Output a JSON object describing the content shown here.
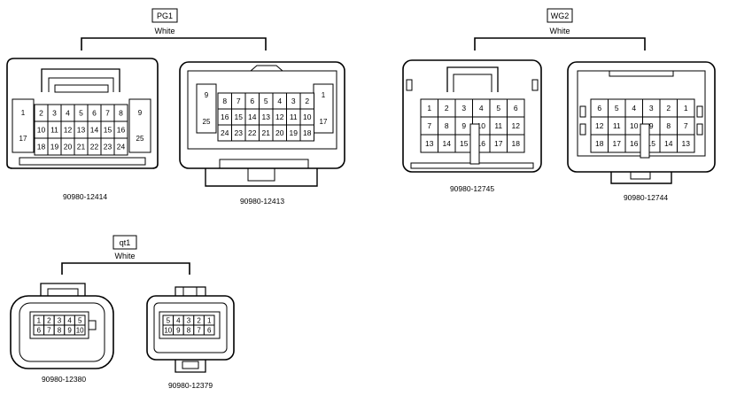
{
  "groups": [
    {
      "label": "PG1",
      "color": "White"
    },
    {
      "label": "WG2",
      "color": "White"
    },
    {
      "label": "qt1",
      "color": "White"
    }
  ],
  "connectors": [
    {
      "part": "90980-12414",
      "rows": [
        [
          "2",
          "3",
          "4",
          "5",
          "6",
          "7",
          "8"
        ],
        [
          "10",
          "11",
          "12",
          "13",
          "14",
          "15",
          "16"
        ],
        [
          "18",
          "19",
          "20",
          "21",
          "22",
          "23",
          "24"
        ]
      ],
      "side_left": [
        "1",
        "17"
      ],
      "side_right": [
        "9",
        "25"
      ]
    },
    {
      "part": "90980-12413",
      "rows": [
        [
          "8",
          "7",
          "6",
          "5",
          "4",
          "3",
          "2"
        ],
        [
          "16",
          "15",
          "14",
          "13",
          "12",
          "11",
          "10"
        ],
        [
          "24",
          "23",
          "22",
          "21",
          "20",
          "19",
          "18"
        ]
      ],
      "side_left": [
        "9",
        "25"
      ],
      "side_right": [
        "1",
        "17"
      ]
    },
    {
      "part": "90980-12745",
      "rows": [
        [
          "1",
          "2",
          "3",
          "4",
          "5",
          "6"
        ],
        [
          "7",
          "8",
          "9",
          "10",
          "11",
          "12"
        ],
        [
          "13",
          "14",
          "15",
          "16",
          "17",
          "18"
        ]
      ]
    },
    {
      "part": "90980-12744",
      "rows": [
        [
          "6",
          "5",
          "4",
          "3",
          "2",
          "1"
        ],
        [
          "12",
          "11",
          "10",
          "9",
          "8",
          "7"
        ],
        [
          "18",
          "17",
          "16",
          "15",
          "14",
          "13"
        ]
      ]
    },
    {
      "part": "90980-12380",
      "rows": [
        [
          "1",
          "2",
          "3",
          "4",
          "5"
        ],
        [
          "6",
          "7",
          "8",
          "9",
          "10"
        ]
      ]
    },
    {
      "part": "90980-12379",
      "rows": [
        [
          "5",
          "4",
          "3",
          "2",
          "1"
        ],
        [
          "10",
          "9",
          "8",
          "7",
          "6"
        ]
      ]
    }
  ]
}
